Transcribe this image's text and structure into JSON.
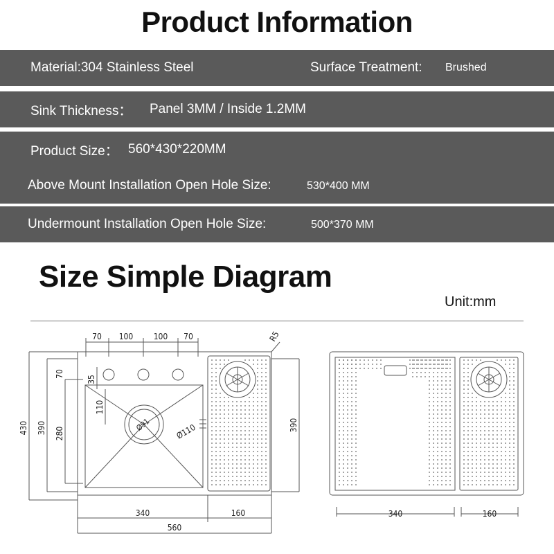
{
  "header": {
    "title": "Product Information"
  },
  "specs": {
    "material": "Material:304 Stainless Steel",
    "surface_label": "Surface Treatment:",
    "surface_value": "Brushed",
    "thickness_label": "Sink Thickness：",
    "thickness_value": "Panel 3MM  /  Inside 1.2MM",
    "size_label": "Product Size：",
    "size_value": "560*430*220MM",
    "above_label": "Above Mount Installation Open Hole Size:",
    "above_value": "530*400 MM",
    "under_label": "Undermount Installation Open Hole Size:",
    "under_value": "500*370 MM"
  },
  "diagram": {
    "title": "Size Simple Diagram",
    "unit": "Unit:mm",
    "top_dims": [
      "70",
      "100",
      "100",
      "70"
    ],
    "radius": "R5",
    "left_dims": [
      "430",
      "390",
      "280"
    ],
    "inner_dims": [
      "70",
      "35",
      "110"
    ],
    "drain_inner": "Ø91",
    "drain_outer": "Ø110",
    "right_height": "390",
    "bottom_dims": [
      "340",
      "160"
    ],
    "overall_width": "560",
    "side_bottom_dims": [
      "340",
      "160"
    ]
  },
  "colors": {
    "band": "#5a5a5a",
    "line": "#555555"
  }
}
